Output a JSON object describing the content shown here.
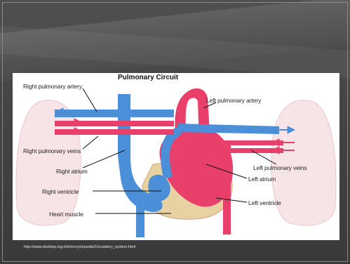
{
  "diagram": {
    "title": "Pulmonary Circuit",
    "labels": {
      "right_pulmonary_artery": "Right pulmonary artery",
      "left_pulmonary_artery": "Left pulmonary artery",
      "right_pulmonary_veins": "Right pulmonary veins",
      "left_pulmonary_veins": "Left pulmonary veins",
      "right_atrium": "Right atrium",
      "left_atrium": "Left atrium",
      "right_ventricle": "Right ventricle",
      "left_ventricle": "Left ventricle",
      "heart_muscle": "Heart muscle"
    },
    "colors": {
      "deoxygenated": "#4a8fd8",
      "oxygenated": "#e8406a",
      "muscle": "#e8cfa0",
      "lung": "#f7e6e8"
    }
  },
  "source_url": "http://www.desktop.ing.info/encyclopedia/Circulatory_system.html"
}
